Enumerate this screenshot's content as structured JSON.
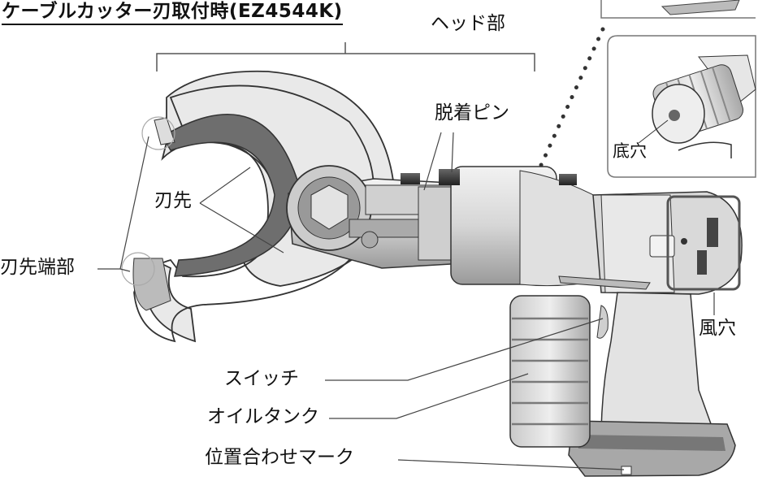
{
  "title": "ケーブルカッター刃取付時(EZ4544K)",
  "labels": {
    "head": "ヘッド部",
    "pin": "脱着ピン",
    "blade": "刃先",
    "blade_tip": "刃先端部",
    "bottom_hole": "底穴",
    "vent": "風穴",
    "switch": "スイッチ",
    "oil_tank": "オイルタンク",
    "align_mark": "位置合わせマーク"
  }
}
